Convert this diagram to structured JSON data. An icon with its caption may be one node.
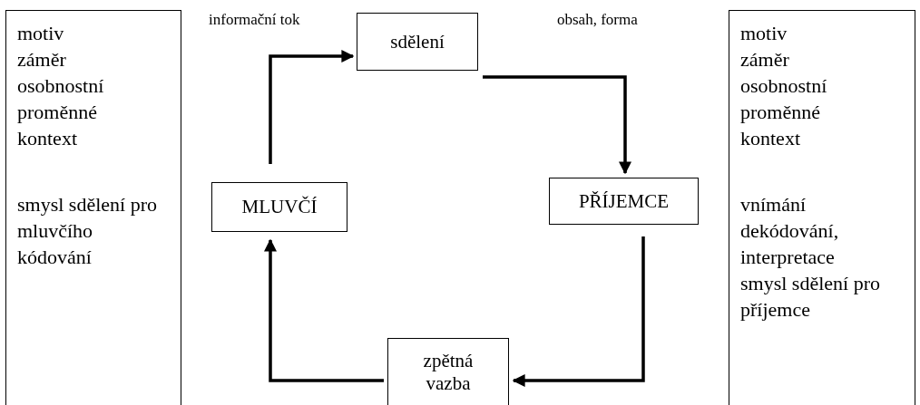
{
  "diagram": {
    "nodes": [
      {
        "text": [
          "motiv",
          "záměr",
          "osobnostní proměnné",
          "kontext",
          "smysl sdělení pro mluvčího",
          "kódování"
        ]
      },
      {
        "text": [
          "sdělení"
        ]
      },
      {
        "text": [
          "MLUVČÍ"
        ]
      },
      {
        "text": [
          "PŘÍJEMCE"
        ]
      },
      {
        "text": [
          "zpětná vazba"
        ]
      },
      {
        "text": [
          "motiv",
          "záměr",
          "osobnostní proměnné",
          "kontext",
          "vnímání",
          "dekódování, interpretace",
          "smysl sdělení pro příjemce"
        ]
      }
    ],
    "edges": [
      {
        "from": 2,
        "to": 1,
        "arrow": "to",
        "label": "informační tok"
      },
      {
        "from": 1,
        "to": 3,
        "arrow": "to",
        "label": "obsah, forma"
      },
      {
        "from": 3,
        "to": 4,
        "arrow": "to"
      },
      {
        "from": 4,
        "to": 2,
        "arrow": "to"
      }
    ]
  }
}
